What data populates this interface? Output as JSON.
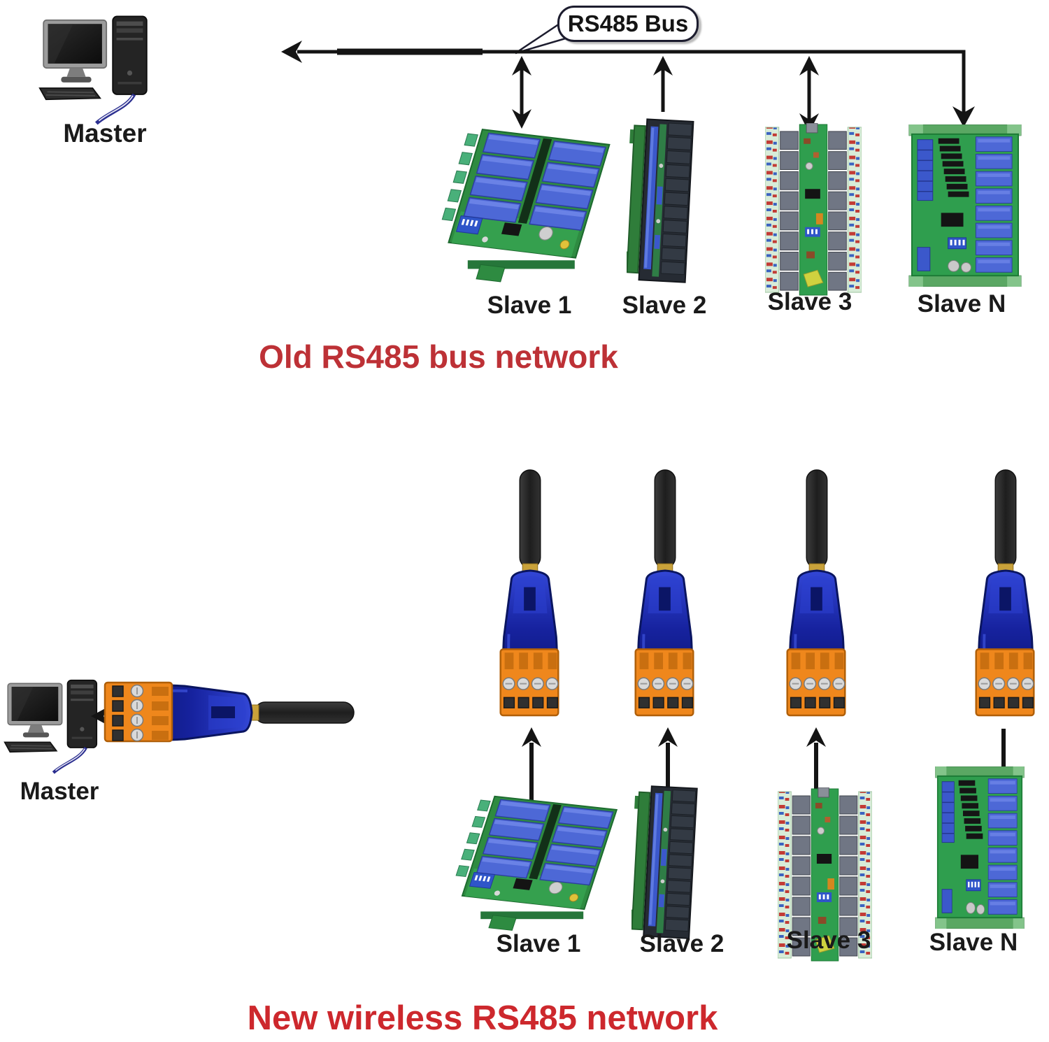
{
  "old_network": {
    "bus_callout_label": "RS485 Bus",
    "master_label": "Master",
    "slave_labels": [
      "Slave 1",
      "Slave 2",
      "Slave 3",
      "Slave N"
    ],
    "title": "Old RS485 bus network",
    "title_color": "#bd3136"
  },
  "new_network": {
    "master_label": "Master",
    "slave_labels": [
      "Slave 1",
      "Slave 2",
      "Slave 3",
      "Slave N"
    ],
    "title": "New wireless RS485 network",
    "title_color": "#cd282d"
  },
  "icons": {
    "master_pc": "desktop-computer-icon",
    "wireless_adapter": "rs485-wireless-adapter-with-antenna-icon",
    "slave_board_1": "relay-board-perspective-image",
    "slave_board_2": "relay-board-edge-view-image",
    "slave_board_3": "relay-board-dense-front-image",
    "slave_board_n": "relay-board-top-view-image"
  },
  "colors": {
    "bus_line": "#141414",
    "adapter_body_blue": "#1b2cb0",
    "terminal_orange": "#ef871c",
    "antenna_black": "#262626",
    "board_green": "#2f9e4e",
    "relay_blue": "#4d68d6"
  }
}
